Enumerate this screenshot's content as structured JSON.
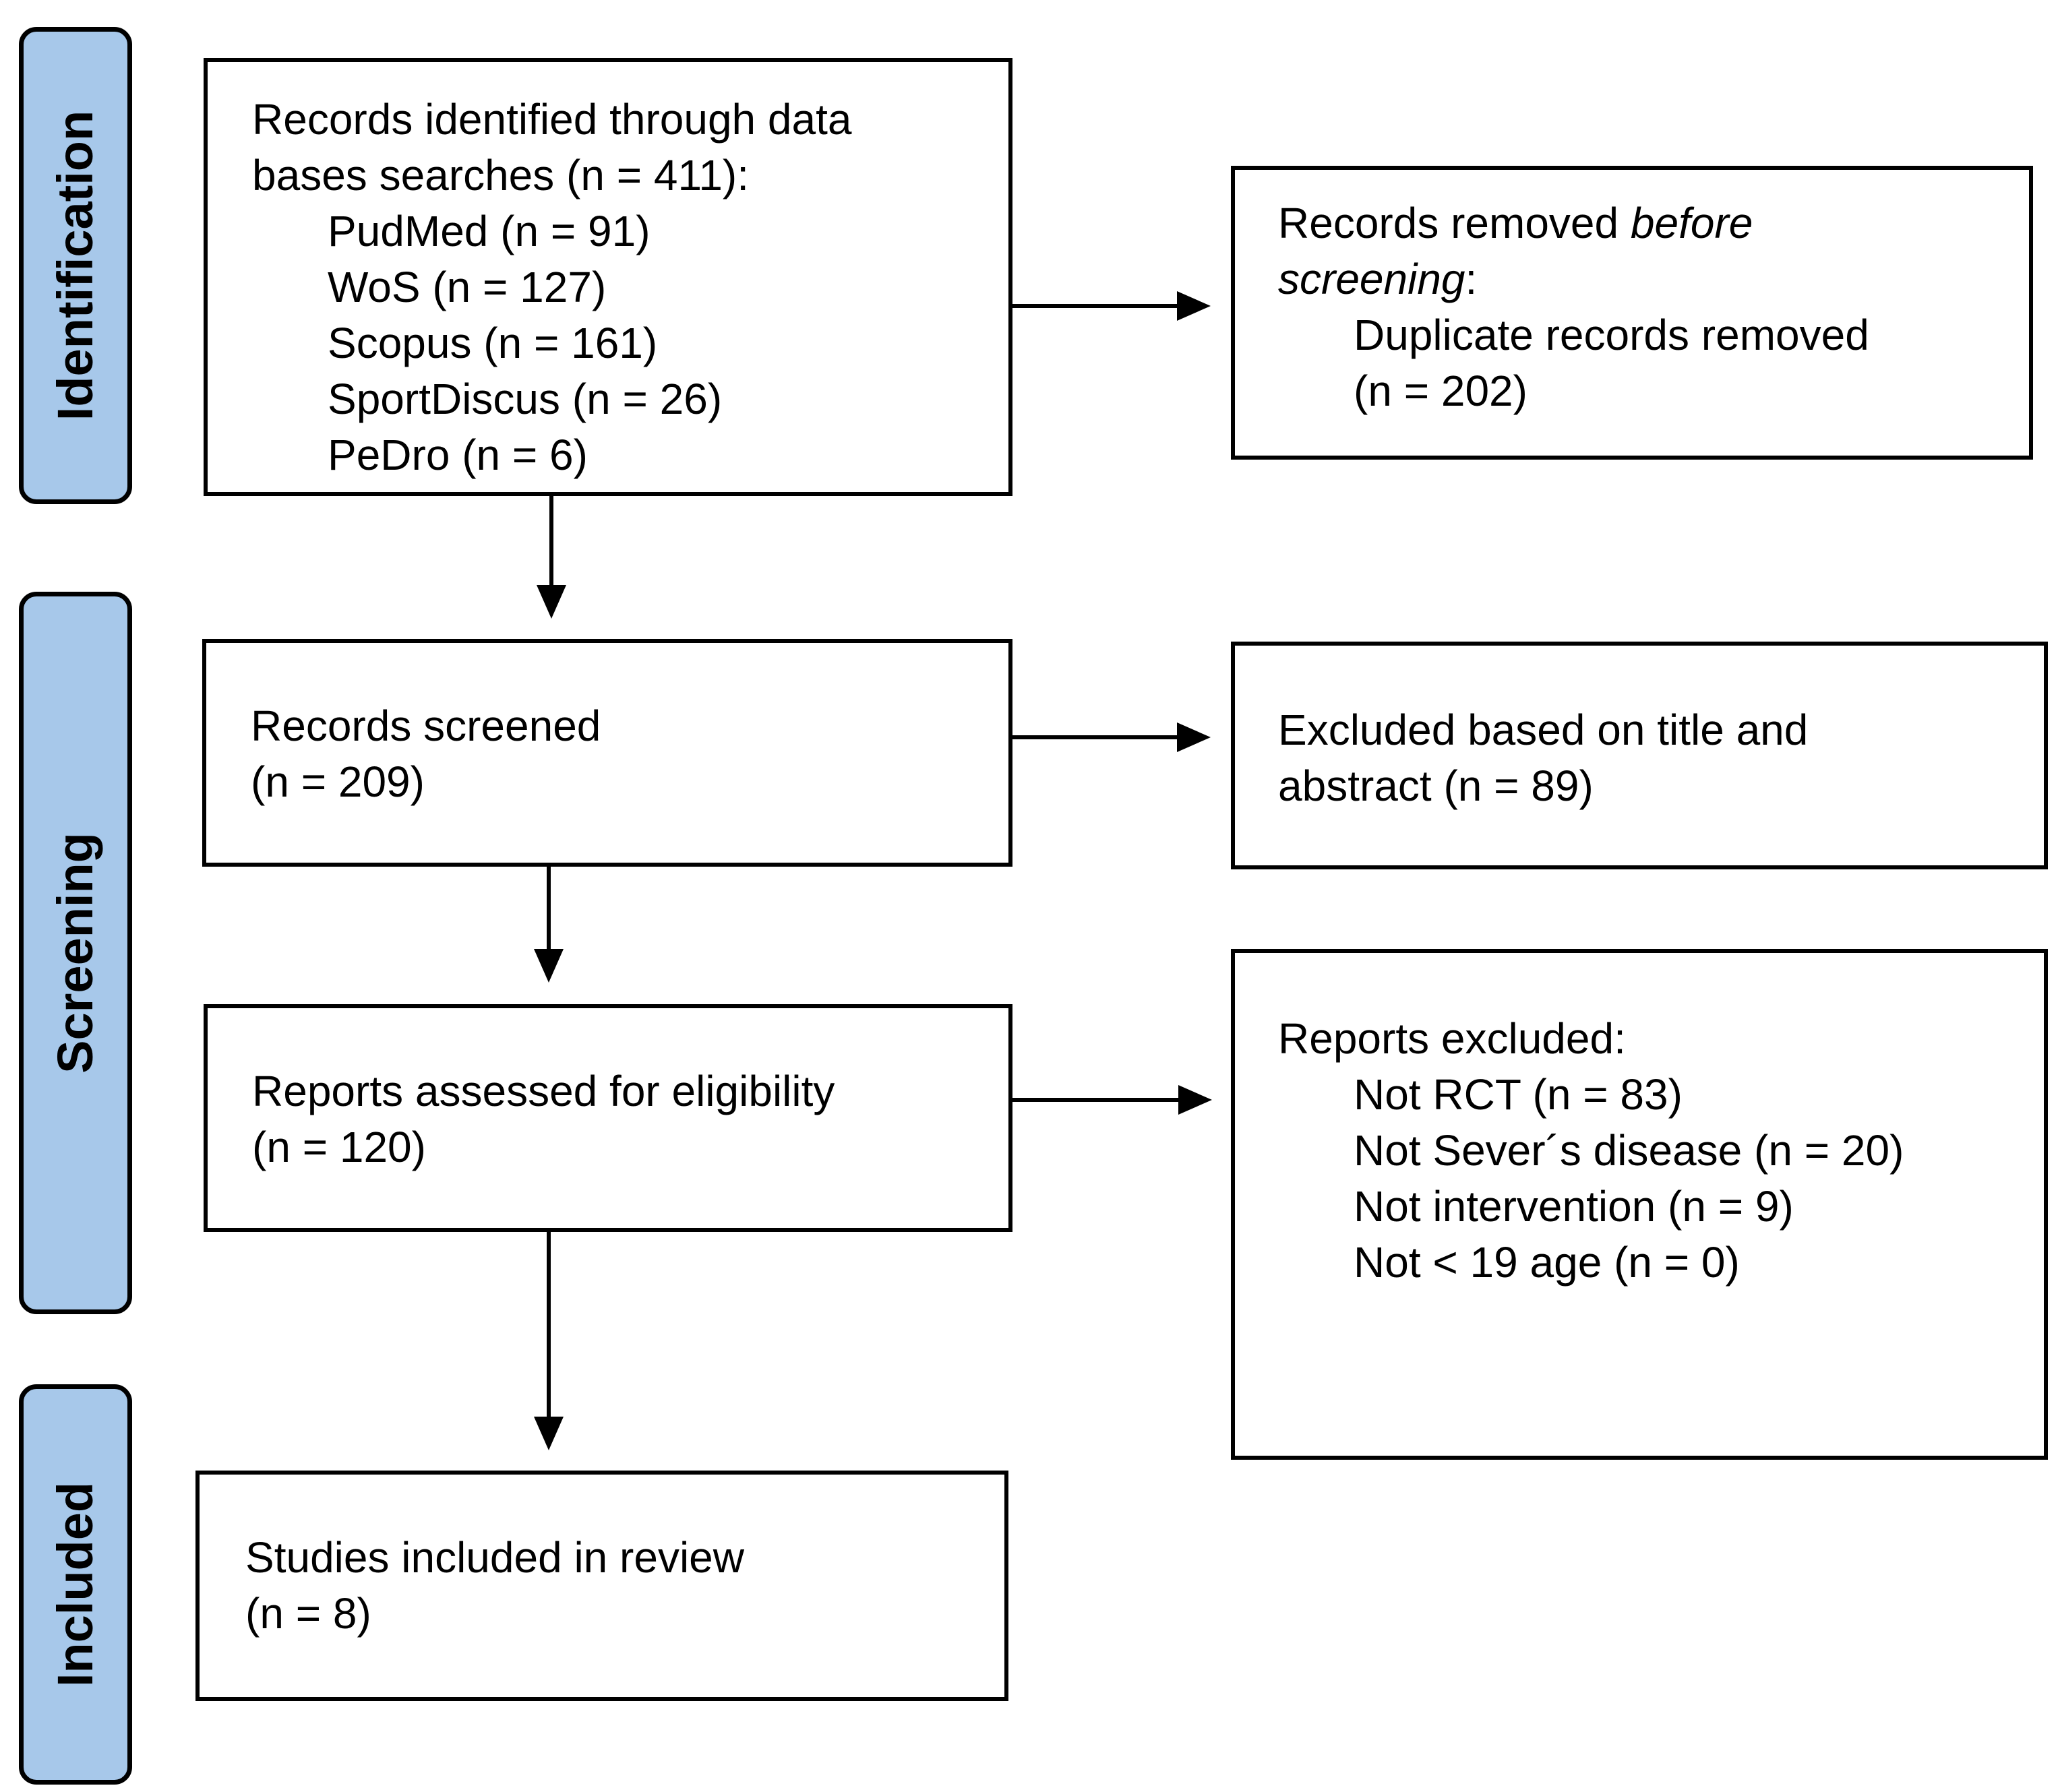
{
  "phases": {
    "identification": "Identification",
    "screening": "Screening",
    "included": "Included"
  },
  "identification": {
    "line1": "Records identified through data",
    "line2": "bases searches (n = 411):",
    "sources": [
      "PudMed (n = 91)",
      "WoS (n = 127)",
      "Scopus (n = 161)",
      "SportDiscus (n = 26)",
      "PeDro (n = 6)"
    ]
  },
  "removed": {
    "prefix": "Records removed ",
    "emph1": "before",
    "emph2": "screening",
    "suffix": ":",
    "item_line1": "Duplicate records removed",
    "item_line2": "(n = 202)"
  },
  "screened": {
    "line1": "Records screened",
    "line2": "(n = 209)"
  },
  "excluded_title": {
    "line1": "Excluded based on title and",
    "line2": "abstract (n = 89)"
  },
  "eligibility": {
    "line1": "Reports assessed for eligibility",
    "line2": "(n = 120)"
  },
  "reports_excluded": {
    "title": "Reports excluded:",
    "items": [
      "Not RCT (n = 83)",
      "Not Sever´s disease (n = 20)",
      "Not intervention (n = 9)",
      "Not < 19 age (n = 0)"
    ]
  },
  "included": {
    "line1": "Studies included in review",
    "line2": "(n = 8)"
  },
  "colors": {
    "phase_fill": "#a7c8ea",
    "line": "#000000"
  }
}
